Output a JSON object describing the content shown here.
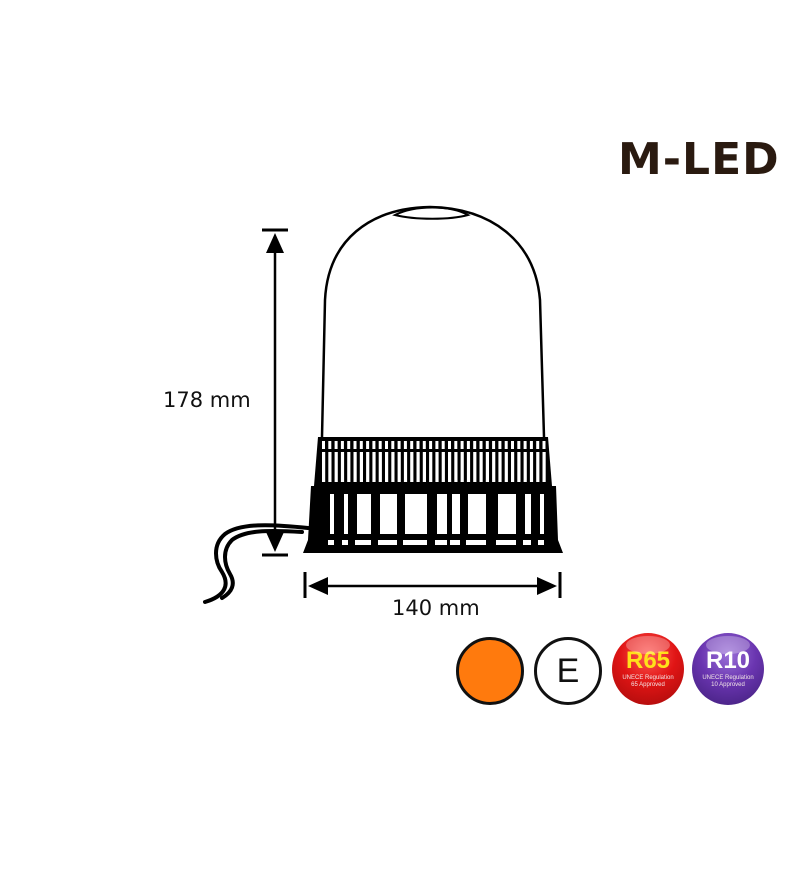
{
  "brand": {
    "name": "M-LED",
    "color": "#2a1a10"
  },
  "dimensions": {
    "height_label": "178 mm",
    "width_label": "140 mm"
  },
  "product": {
    "type": "rotating beacon / warning light",
    "parts": [
      "dome",
      "ribbed-collar",
      "base-cage",
      "cable"
    ]
  },
  "badges": [
    {
      "id": "color-amber",
      "type": "color-indicator",
      "color": "#ff7a0d"
    },
    {
      "id": "e-mark",
      "label": "E"
    },
    {
      "id": "r65",
      "code": "R65",
      "line1": "UNECE Regulation",
      "line2": "65 Approved",
      "bg": "#e01515",
      "text_color": "#ffe11a"
    },
    {
      "id": "r10",
      "code": "R10",
      "line1": "UNECE Regulation",
      "line2": "10 Approved",
      "bg": "#6a35b0",
      "text_color": "#ffffff"
    }
  ]
}
